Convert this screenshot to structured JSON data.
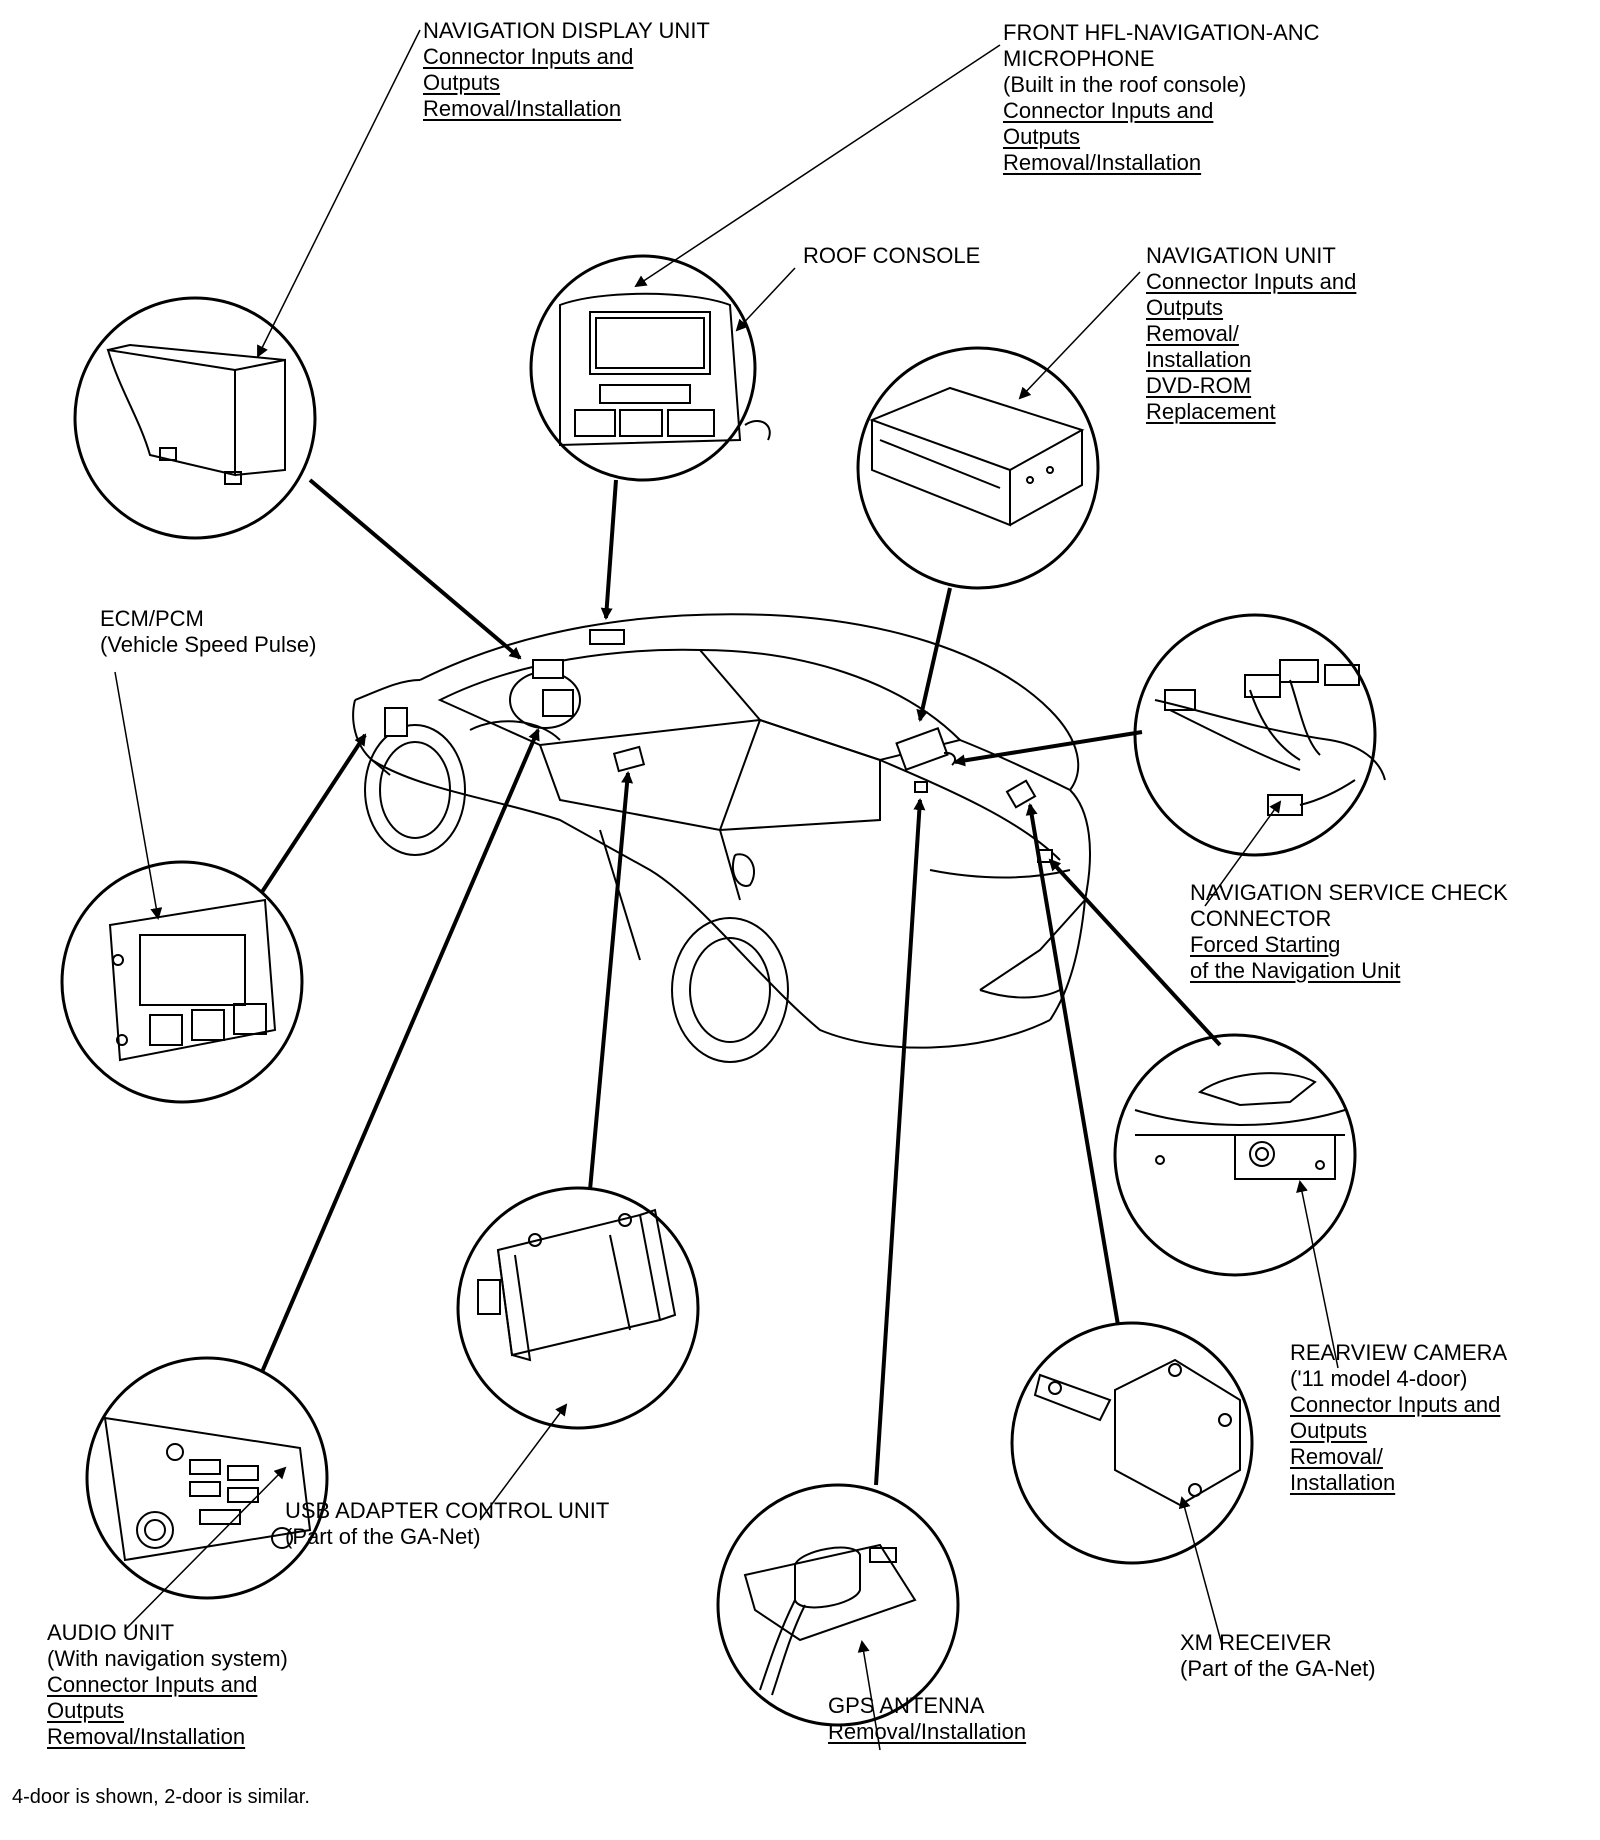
{
  "labels": {
    "nav_display": {
      "title": "NAVIGATION DISPLAY UNIT",
      "links": [
        "Connector Inputs and",
        "Outputs",
        "Removal/Installation"
      ]
    },
    "microphone": {
      "title": "FRONT HFL-NAVIGATION-ANC",
      "title2": "MICROPHONE",
      "sub": "(Built in the roof console)",
      "links": [
        "Connector Inputs and",
        "Outputs",
        "Removal/Installation"
      ]
    },
    "roof_console": {
      "title": "ROOF CONSOLE"
    },
    "nav_unit": {
      "title": "NAVIGATION UNIT",
      "links": [
        "Connector Inputs and",
        "Outputs",
        "Removal/",
        "Installation",
        "DVD-ROM",
        "Replacement"
      ]
    },
    "ecm": {
      "title": "ECM/PCM",
      "sub": "(Vehicle Speed Pulse)"
    },
    "service_check": {
      "title": "NAVIGATION SERVICE CHECK",
      "title2": "CONNECTOR",
      "links": [
        "Forced Starting",
        "of the Navigation Unit"
      ]
    },
    "rearview": {
      "title": "REARVIEW CAMERA",
      "sub": "('11 model 4-door)",
      "links": [
        "Connector Inputs and",
        "Outputs",
        "Removal/",
        "Installation"
      ]
    },
    "usb": {
      "title": "USB ADAPTER CONTROL UNIT",
      "sub": "(Part of the GA-Net)"
    },
    "audio": {
      "title": "AUDIO UNIT",
      "sub": "(With navigation system)",
      "links": [
        "Connector Inputs and",
        "Outputs",
        "Removal/Installation"
      ]
    },
    "xm": {
      "title": "XM RECEIVER",
      "sub": "(Part of the GA-Net)"
    },
    "gps": {
      "title": "GPS ANTENNA",
      "links": [
        "Removal/Installation"
      ]
    }
  },
  "footer_note": "4-door is shown, 2-door is similar.",
  "icons": [
    "navigation-display-icon",
    "roof-console-icon",
    "navigation-unit-icon",
    "ecm-pcm-icon",
    "service-connector-icon",
    "rearview-camera-icon",
    "usb-adapter-icon",
    "audio-unit-icon",
    "xm-receiver-icon",
    "gps-antenna-icon",
    "car-body-icon"
  ]
}
